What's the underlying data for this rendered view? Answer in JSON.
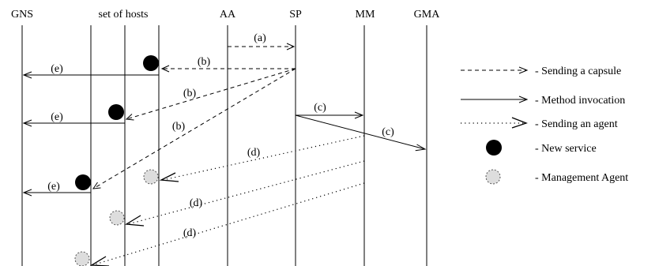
{
  "lifelines": [
    {
      "id": "gns",
      "label": "GNS"
    },
    {
      "id": "hosts",
      "label": "set of hosts"
    },
    {
      "id": "aa",
      "label": "AA"
    },
    {
      "id": "sp",
      "label": "SP"
    },
    {
      "id": "mm",
      "label": "MM"
    },
    {
      "id": "gma",
      "label": "GMA"
    }
  ],
  "message_labels": {
    "a": "(a)",
    "b": "(b)",
    "c": "(c)",
    "d": "(d)",
    "e": "(e)"
  },
  "legend": [
    {
      "kind": "dashed-arrow",
      "label": "- Sending a capsule"
    },
    {
      "kind": "solid-arrow",
      "label": "- Method invocation"
    },
    {
      "kind": "dotted-agent-arrow",
      "label": "- Sending an agent"
    },
    {
      "kind": "black-dot",
      "label": "- New service"
    },
    {
      "kind": "grey-dotted-circle",
      "label": "- Management Agent"
    }
  ],
  "colors": {
    "service": "#000000",
    "agent_fill": "#dddddd"
  }
}
